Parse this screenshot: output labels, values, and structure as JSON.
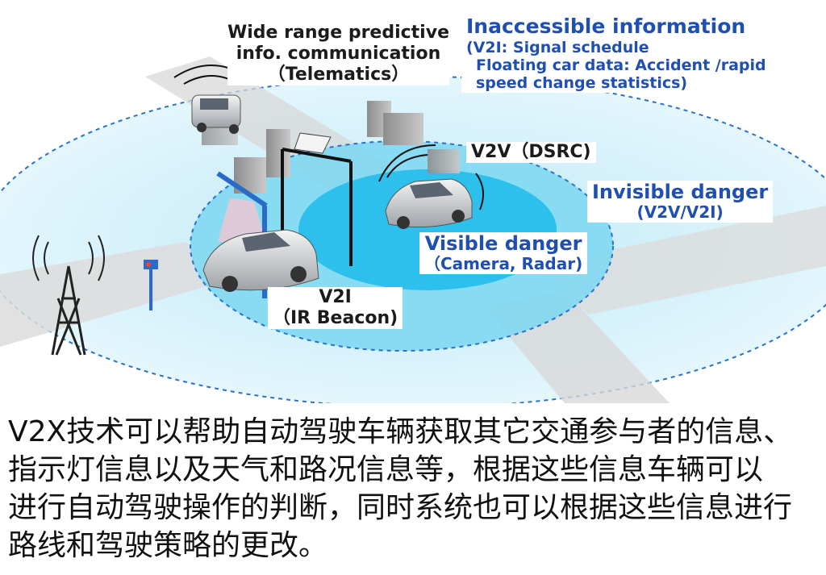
{
  "diagram": {
    "telematics": {
      "line1": "Wide range predictive",
      "line2": "info. communication",
      "line3": "（Telematics）"
    },
    "inaccessible": {
      "title": "Inaccessible  information",
      "line1": "(V2I: Signal schedule",
      "line2": "Floating car data: Accident /rapid",
      "line3": "speed change statistics)"
    },
    "v2v": {
      "label": "V2V（DSRC)"
    },
    "invisible": {
      "line1": "Invisible danger",
      "line2": "(V2V/V2I)"
    },
    "visible": {
      "line1": "Visible danger",
      "line2": "（Camera, Radar)"
    },
    "v2i": {
      "line1": "V2I",
      "line2": "（IR Beacon)"
    },
    "colors": {
      "outer_zone": "#cdeefa",
      "middle_zone": "#7fd8f2",
      "inner_zone": "#2ec0ec",
      "dashed_ring": "#2a72c8",
      "label_blue": "#1f4fb0"
    }
  },
  "caption": {
    "line1": "V2X技术可以帮助自动驾驶车辆获取其它交通参与者的信息、",
    "line2": "指示灯信息以及天气和路况信息等，根据这些信息车辆可以",
    "line3": "进行自动驾驶操作的判断，同时系统也可以根据这些信息进行",
    "line4": "路线和驾驶策略的更改。"
  }
}
